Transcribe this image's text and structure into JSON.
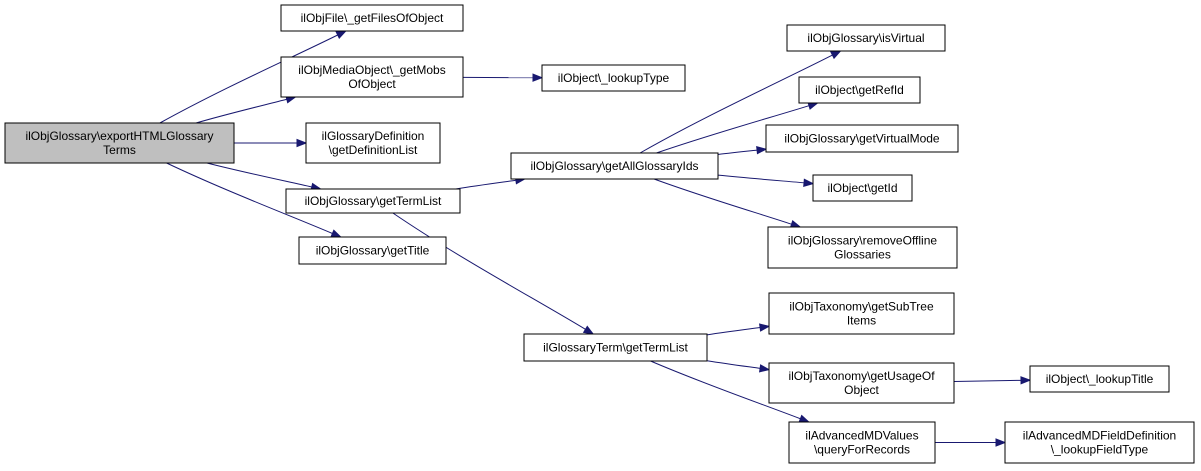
{
  "nodes": {
    "root": [
      "ilObjGlossary\\exportHTMLGlossary",
      "Terms"
    ],
    "get_files_of_object": [
      "ilObjFile\\_getFilesOfObject"
    ],
    "get_mobs_of_object": [
      "ilObjMediaObject\\_getMobs",
      "OfObject"
    ],
    "get_definition_list": [
      "ilGlossaryDefinition",
      "\\getDefinitionList"
    ],
    "obj_glossary_get_term_list": [
      "ilObjGlossary\\getTermList"
    ],
    "get_title": [
      "ilObjGlossary\\getTitle"
    ],
    "lookup_type": [
      "ilObject\\_lookupType"
    ],
    "get_all_glossary_ids": [
      "ilObjGlossary\\getAllGlossaryIds"
    ],
    "glossary_term_get_term_list": [
      "ilGlossaryTerm\\getTermList"
    ],
    "is_virtual": [
      "ilObjGlossary\\isVirtual"
    ],
    "get_ref_id": [
      "ilObject\\getRefId"
    ],
    "get_virtual_mode": [
      "ilObjGlossary\\getVirtualMode"
    ],
    "get_id": [
      "ilObject\\getId"
    ],
    "remove_offline_glossaries": [
      "ilObjGlossary\\removeOffline",
      "Glossaries"
    ],
    "get_sub_tree_items": [
      "ilObjTaxonomy\\getSubTree",
      "Items"
    ],
    "get_usage_of_object": [
      "ilObjTaxonomy\\getUsageOf",
      "Object"
    ],
    "query_for_records": [
      "ilAdvancedMDValues",
      "\\queryForRecords"
    ],
    "lookup_title": [
      "ilObject\\_lookupTitle"
    ],
    "lookup_field_type": [
      "ilAdvancedMDFieldDefinition",
      "\\_lookupFieldType"
    ]
  },
  "edges": [
    [
      "root",
      "get_files_of_object"
    ],
    [
      "root",
      "get_mobs_of_object"
    ],
    [
      "root",
      "get_definition_list"
    ],
    [
      "root",
      "obj_glossary_get_term_list"
    ],
    [
      "root",
      "get_title"
    ],
    [
      "get_mobs_of_object",
      "lookup_type"
    ],
    [
      "obj_glossary_get_term_list",
      "get_all_glossary_ids"
    ],
    [
      "obj_glossary_get_term_list",
      "glossary_term_get_term_list"
    ],
    [
      "get_all_glossary_ids",
      "is_virtual"
    ],
    [
      "get_all_glossary_ids",
      "get_ref_id"
    ],
    [
      "get_all_glossary_ids",
      "get_virtual_mode"
    ],
    [
      "get_all_glossary_ids",
      "get_id"
    ],
    [
      "get_all_glossary_ids",
      "remove_offline_glossaries"
    ],
    [
      "glossary_term_get_term_list",
      "get_sub_tree_items"
    ],
    [
      "glossary_term_get_term_list",
      "get_usage_of_object"
    ],
    [
      "glossary_term_get_term_list",
      "query_for_records"
    ],
    [
      "get_usage_of_object",
      "lookup_title"
    ],
    [
      "query_for_records",
      "lookup_field_type"
    ]
  ]
}
